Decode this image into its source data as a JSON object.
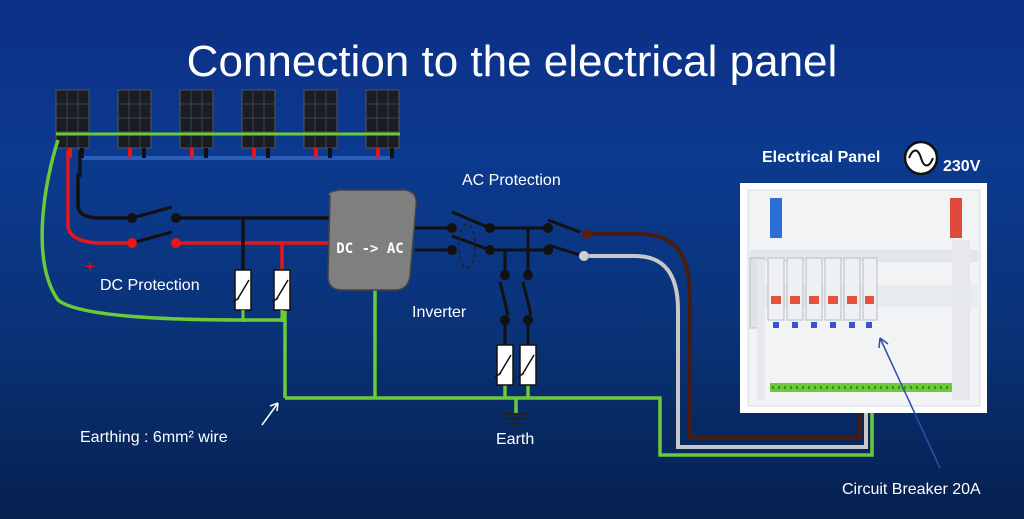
{
  "title": "Connection to the electrical panel",
  "labels": {
    "electrical_panel": "Electrical Panel",
    "voltage": "230V",
    "ac_protection": "AC Protection",
    "dc_protection": "DC Protection",
    "inverter": "Inverter",
    "inverter_box": "DC -> AC",
    "plus": "+",
    "earthing": "Earthing :  6mm² wire",
    "earth": "Earth",
    "circuit_breaker": "Circuit Breaker 20A"
  },
  "colors": {
    "earth_wire": "#6cc93a",
    "dc_positive": "#e8161b",
    "dc_negative": "#111111",
    "ac_live": "#4a1c10",
    "ac_neutral": "#c8c8c8",
    "panel_blue_bar": "#2a6fd6",
    "inverter_box": "#7f7f7f"
  },
  "icons": [
    "solar-panel-icon",
    "ac-source-icon",
    "surge-arrester-icon",
    "switch-icon",
    "earth-ground-icon"
  ]
}
